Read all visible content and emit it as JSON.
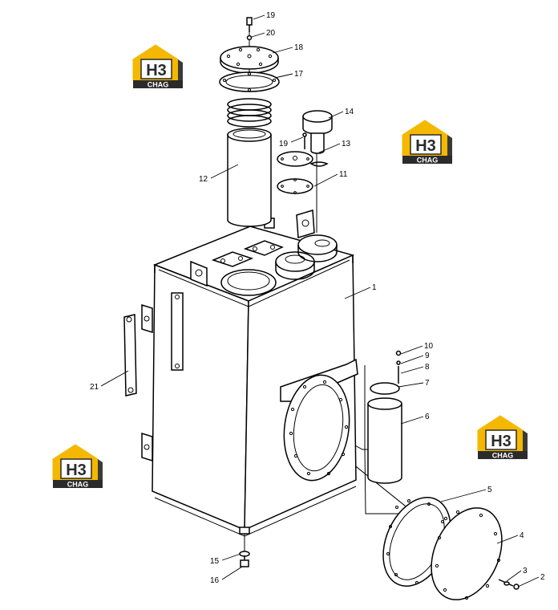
{
  "callouts": [
    {
      "id": "c19a",
      "label": "19"
    },
    {
      "id": "c20",
      "label": "20"
    },
    {
      "id": "c18",
      "label": "18"
    },
    {
      "id": "c17",
      "label": "17"
    },
    {
      "id": "c14",
      "label": "14"
    },
    {
      "id": "c19b",
      "label": "19"
    },
    {
      "id": "c13",
      "label": "13"
    },
    {
      "id": "c12",
      "label": "12"
    },
    {
      "id": "c11",
      "label": "11"
    },
    {
      "id": "c1",
      "label": "1"
    },
    {
      "id": "c10",
      "label": "10"
    },
    {
      "id": "c9",
      "label": "9"
    },
    {
      "id": "c8",
      "label": "8"
    },
    {
      "id": "c7",
      "label": "7"
    },
    {
      "id": "c6",
      "label": "6"
    },
    {
      "id": "c21",
      "label": "21"
    },
    {
      "id": "c5",
      "label": "5"
    },
    {
      "id": "c4",
      "label": "4"
    },
    {
      "id": "c3",
      "label": "3"
    },
    {
      "id": "c2",
      "label": "2"
    },
    {
      "id": "c15",
      "label": "15"
    },
    {
      "id": "c16",
      "label": "16"
    }
  ],
  "watermarks": [
    {
      "mark": "H3",
      "text": "CHAG"
    },
    {
      "mark": "H3",
      "text": "CHAG"
    },
    {
      "mark": "H3",
      "text": "CHAG"
    },
    {
      "mark": "H3",
      "text": "CHAG"
    }
  ],
  "colors": {
    "logo_yellow": "#f5b800",
    "logo_dark": "#2b2b2b",
    "line": "#000000"
  }
}
